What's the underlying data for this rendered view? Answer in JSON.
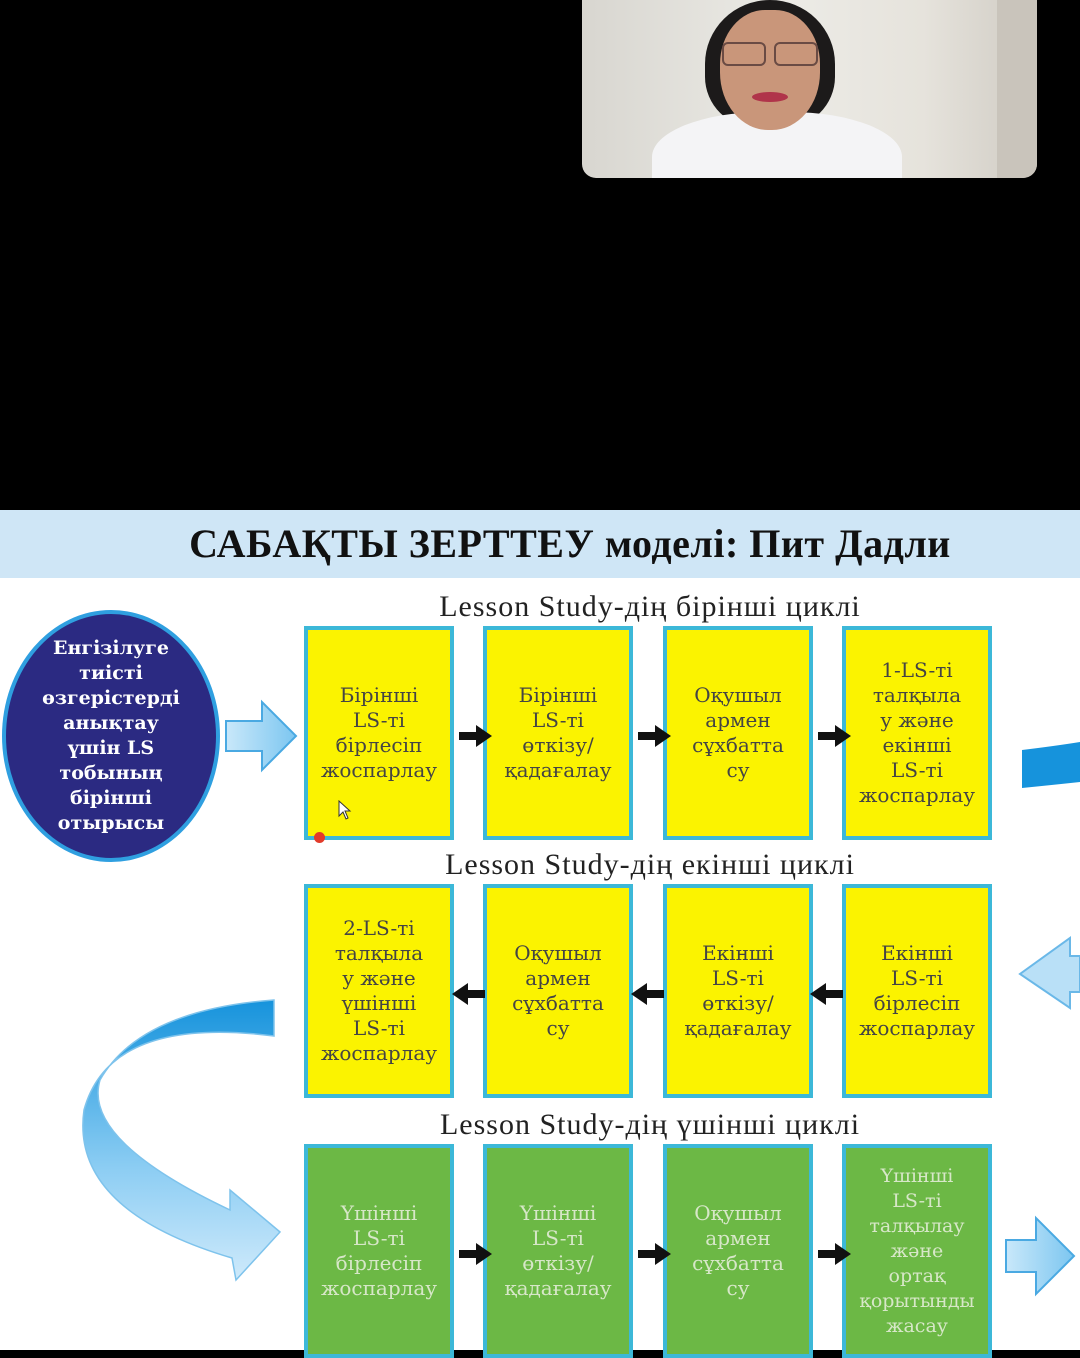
{
  "slide": {
    "title_part1": "САБАҚТЫ ЗЕРТТЕУ",
    "title_part2": " моделі: Пит Дадли",
    "intro_circle": "Енгізілуге\nтиісті\nөзгерістерді\nанықтау\nүшін LS\nтобының\nбірінші\nотырысы",
    "cycles": [
      {
        "title": "Lesson Study-дің бірінші циклі",
        "color": "#fbf300",
        "steps": [
          "Бірінші\nLS-ті\nбірлесіп\nжоспарлау",
          "Бірінші\nLS-ті\nөткізу/\nқадағалау",
          "Оқушыл\nармен\nсұхбатта\nсу",
          "1-LS-ті\nталқыла\nу және\nекінші\nLS-ті\nжоспарлау"
        ]
      },
      {
        "title": "Lesson Study-дің екінші циклі",
        "color": "#fbf300",
        "steps": [
          "2-LS-ті\nталқыла\nу және\nүшінші\nLS-ті\nжоспарлау",
          "Оқушыл\nармен\nсұхбатта\nсу",
          "Екінші\nLS-ті\nөткізу/\nқадағалау",
          "Екінші\nLS-ті\nбірлесіп\nжоспарлау"
        ]
      },
      {
        "title": "Lesson Study-дің үшінші циклі",
        "color": "#6cb845",
        "steps": [
          "Үшінші\nLS-ті\nбірлесіп\nжоспарлау",
          "Үшінші\nLS-ті\nөткізу/\nқадағалау",
          "Оқушыл\nармен\nсұхбатта\nсу",
          "Үшінші\nLS-ті\nталқылау\nжәне\nортақ\nқорытынды\nжасау"
        ]
      }
    ]
  },
  "colors": {
    "circle": "#2b2a82",
    "circle_border": "#2f9fe0",
    "box_border": "#3cb8d8",
    "arrow_light": "#9fd6f4",
    "arrow_dark": "#1693dc",
    "title_bar": "#cfe6f6"
  },
  "icons": [
    "arrow-right-icon",
    "arrow-left-icon",
    "curved-arrow-icon",
    "cursor-icon"
  ]
}
